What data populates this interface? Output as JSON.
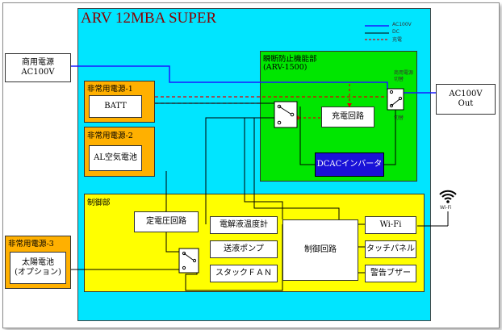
{
  "title": "ARV 12MBA SUPER",
  "legend": {
    "ac": "AC100V",
    "dc": "DC",
    "charge": "充電"
  },
  "input": {
    "line1": "商用電源",
    "line2": "AC100V"
  },
  "output": {
    "line1": "AC100V",
    "line2": "Out"
  },
  "breaker": {
    "title": "瞬断防止機能部",
    "subtitle": "(ARV-1500)",
    "charger": "充電回路",
    "inverter": "DCACインバータ",
    "relay_note1": "商用電源",
    "relay_note2": "切替",
    "relay_note3": "切替"
  },
  "emergency1": {
    "title": "非常用電源-1",
    "device": "BATT"
  },
  "emergency2": {
    "title": "非常用電源-2",
    "device": "AL空気電池"
  },
  "emergency3": {
    "title": "非常用電源-3",
    "device_line1": "太陽電池",
    "device_line2": "(オプション)"
  },
  "control": {
    "title": "制御部",
    "regulator": "定電圧回路",
    "temp": "電解液温度計",
    "pump": "送液ポンプ",
    "fan": "スタックＦＡＮ",
    "main": "制御回路",
    "wifi": "Wi-Fi",
    "touch": "タッチパネル",
    "buzzer": "警告ブザー"
  },
  "wifi_icon_label": "Wi-Fi",
  "colors": {
    "cyan": "#00e5ff",
    "green": "#00e600",
    "yellow": "#ffff00",
    "orange": "#ffb000",
    "blue_wire": "#1a1aff",
    "red_dash": "#e00000",
    "inverter_bg": "#1a12d8"
  }
}
